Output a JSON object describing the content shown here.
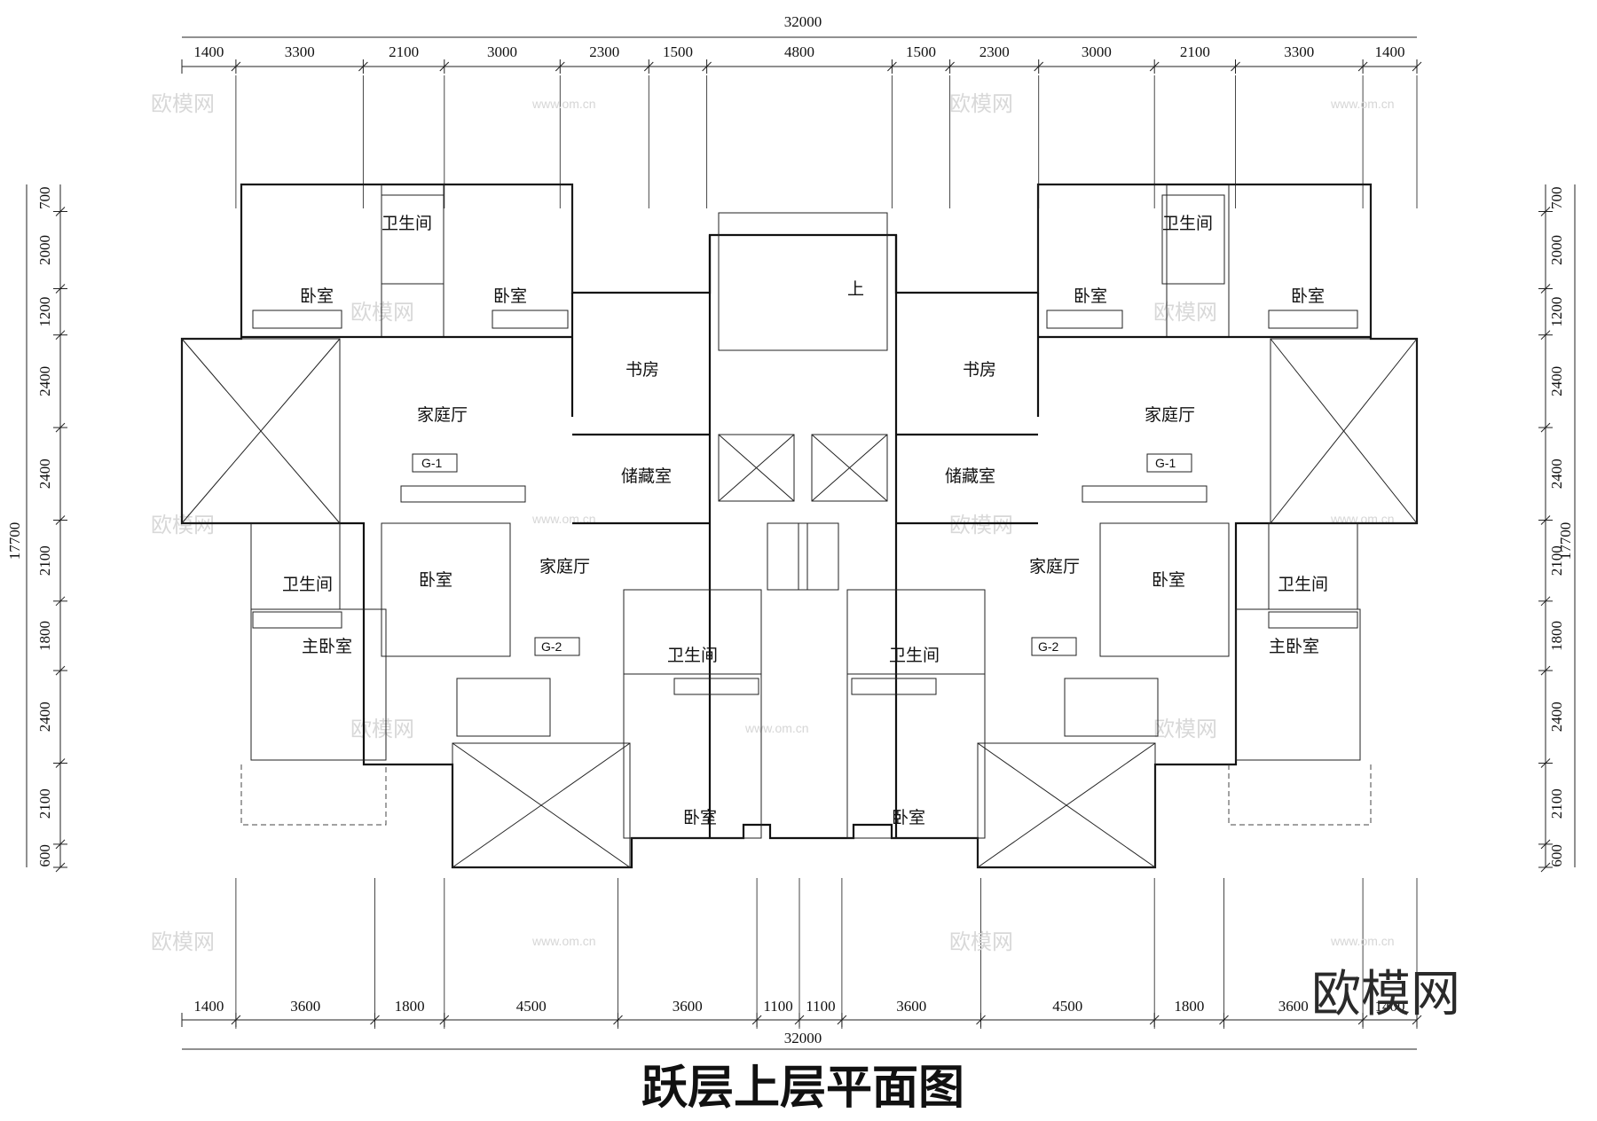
{
  "title": "跃层上层平面图",
  "logo": "欧模网",
  "watermark": {
    "brand": "欧模网",
    "url": "www.om.cn"
  },
  "dims": {
    "top_total": "32000",
    "top": [
      "1400",
      "3300",
      "2100",
      "3000",
      "2300",
      "1500",
      "4800",
      "1500",
      "2300",
      "3000",
      "2100",
      "3300",
      "1400"
    ],
    "bottom": [
      "1400",
      "3600",
      "1800",
      "4500",
      "3600",
      "1100",
      "1100",
      "3600",
      "4500",
      "1800",
      "3600",
      "1400"
    ],
    "bottom_total": "32000",
    "left": [
      "700",
      "2000",
      "1200",
      "2400",
      "2400",
      "2100",
      "1800",
      "2400",
      "2100",
      "600"
    ],
    "left_total": "17700",
    "right": [
      "700",
      "2000",
      "1200",
      "2400",
      "2400",
      "2100",
      "1800",
      "2400",
      "2100",
      "600"
    ],
    "right_total": "17700"
  },
  "rooms": {
    "wo": "卧室",
    "wsj": "卫生间",
    "sf": "书房",
    "jtt": "家庭厅",
    "ccs": "储藏室",
    "zws": "主卧室",
    "shang": "上",
    "g1": "G-1",
    "g2": "G-2"
  }
}
